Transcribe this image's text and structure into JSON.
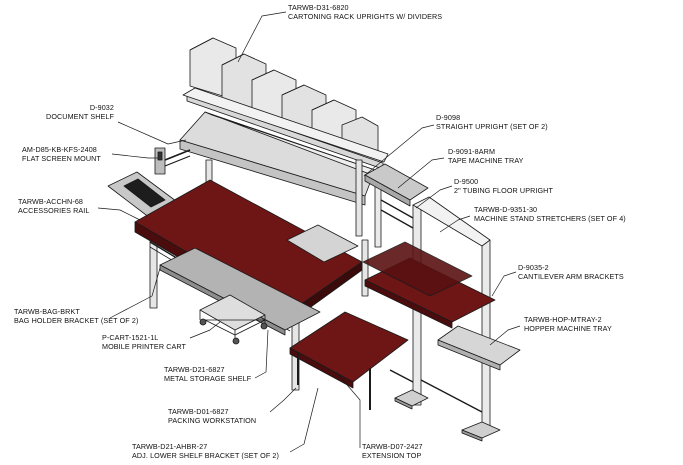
{
  "callouts": [
    {
      "id": "cartoning-rack",
      "code": "TARWB-D31-6820",
      "desc": "CARTONING RACK UPRIGHTS W/ DIVIDERS"
    },
    {
      "id": "document-shelf",
      "code": "D-9032",
      "desc": "DOCUMENT SHELF"
    },
    {
      "id": "flat-screen-mount",
      "code": "AM-D85-KB-KFS-2408",
      "desc": "FLAT SCREEN MOUNT"
    },
    {
      "id": "accessories-rail",
      "code": "TARWB-ACCHN-68",
      "desc": "ACCESSORIES RAIL"
    },
    {
      "id": "straight-upright",
      "code": "D-9098",
      "desc": "STRAIGHT UPRIGHT (SET OF 2)"
    },
    {
      "id": "tape-machine-tray",
      "code": "D-9091-8ARM",
      "desc": "TAPE MACHINE TRAY"
    },
    {
      "id": "floor-upright",
      "code": "D-9500",
      "desc": "2\" TUBING FLOOR UPRIGHT"
    },
    {
      "id": "stand-stretchers",
      "code": "TARWB-D-9351-30",
      "desc": "MACHINE STAND STRETCHERS (SET OF 4)"
    },
    {
      "id": "cantilever-brackets",
      "code": "D-9035-2",
      "desc": "CANTILEVER ARM BRACKETS"
    },
    {
      "id": "hopper-tray",
      "code": "TARWB-HOP-MTRAY-2",
      "desc": "HOPPER MACHINE TRAY"
    },
    {
      "id": "bag-holder",
      "code": "TARWB-BAG-BRKT",
      "desc": "BAG HOLDER BRACKET (SET OF 2)"
    },
    {
      "id": "printer-cart",
      "code": "P-CART-1521-1L",
      "desc": "MOBILE PRINTER CART"
    },
    {
      "id": "storage-shelf",
      "code": "TARWB-D21-6827",
      "desc": "METAL STORAGE SHELF"
    },
    {
      "id": "packing-workstation",
      "code": "TARWB-D01-6827",
      "desc": "PACKING WORKSTATION"
    },
    {
      "id": "lower-shelf-bracket",
      "code": "TARWB-D21-AHBR-27",
      "desc": "ADJ. LOWER SHELF BRACKET (SET OF 2)"
    },
    {
      "id": "extension-top",
      "code": "TARWB-D07-2427",
      "desc": "EXTENSION TOP"
    }
  ],
  "colors": {
    "work_surface": "#6e1616",
    "work_surface_dark": "#4a0c0c",
    "frame_light": "#e6e6e6",
    "frame_mid": "#c9c9c9",
    "line": "#1a1a1a"
  }
}
